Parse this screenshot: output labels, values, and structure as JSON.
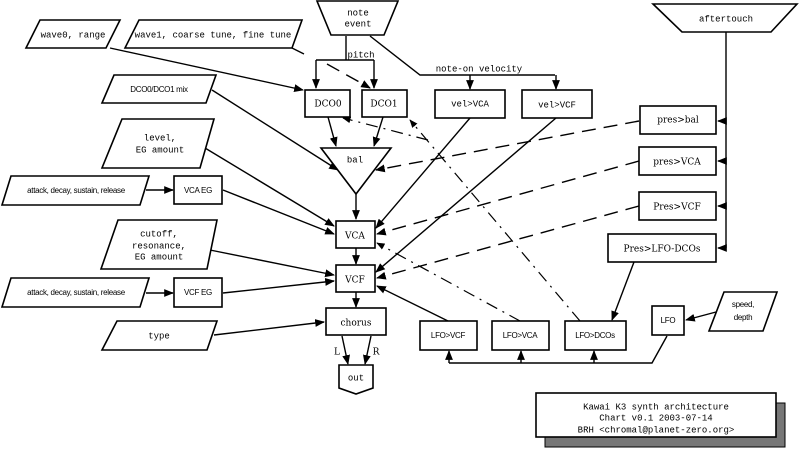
{
  "diagram": {
    "title": "Kawai K3 synth architecture",
    "inputs": {
      "wave0": "wave0, range",
      "wave1": "wave1, coarse tune, fine tune",
      "mix": "DCO0/DCO1 mix",
      "level_l1": "level,",
      "level_l2": "EG amount",
      "vca_adsr": "attack, decay, sustain, release",
      "cutoff_l1": "cutoff,",
      "cutoff_l2": "resonance,",
      "cutoff_l3": "EG amount",
      "vcf_adsr": "attack, decay, sustain, release",
      "type": "type",
      "speed_l1": "speed,",
      "speed_l2": "depth"
    },
    "sources": {
      "note_l1": "note",
      "note_l2": "event",
      "aftertouch": "aftertouch"
    },
    "blocks": {
      "dco0": "DCO0",
      "dco1": "DCO1",
      "vel_vca": "vel>VCA",
      "vel_vcf": "vel>VCF",
      "bal": "bal",
      "vca_eg": "VCA EG",
      "vcf_eg": "VCF EG",
      "vca": "VCA",
      "vcf": "VCF",
      "chorus": "chorus",
      "out": "out",
      "pres_bal": "pres>bal",
      "pres_vca": "pres>VCA",
      "pres_vcf": "Pres>VCF",
      "pres_lfo": "Pres>LFO-DCOs",
      "lfo_vcf": "LFO>VCF",
      "lfo_vca": "LFO>VCA",
      "lfo_dcos": "LFO>DCOs",
      "lfo": "LFO"
    },
    "edge_labels": {
      "pitch": "pitch",
      "velocity": "note-on velocity",
      "left": "L",
      "right": "R"
    },
    "credits": {
      "line1": "Kawai K3 synth architecture",
      "line2": "Chart v0.1 2003-07-14",
      "line3": "BRH <chromal@planet-zero.org>"
    }
  }
}
